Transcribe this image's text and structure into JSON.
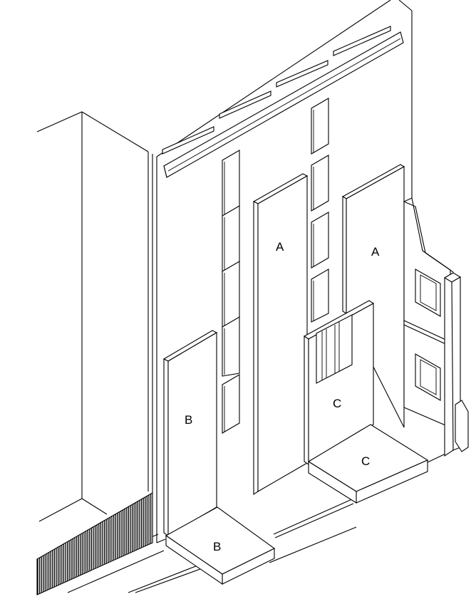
{
  "labels": {
    "a_left": "A",
    "a_right": "A",
    "b_panel": "B",
    "b_base": "B",
    "c_panel": "C",
    "c_base": "C"
  }
}
